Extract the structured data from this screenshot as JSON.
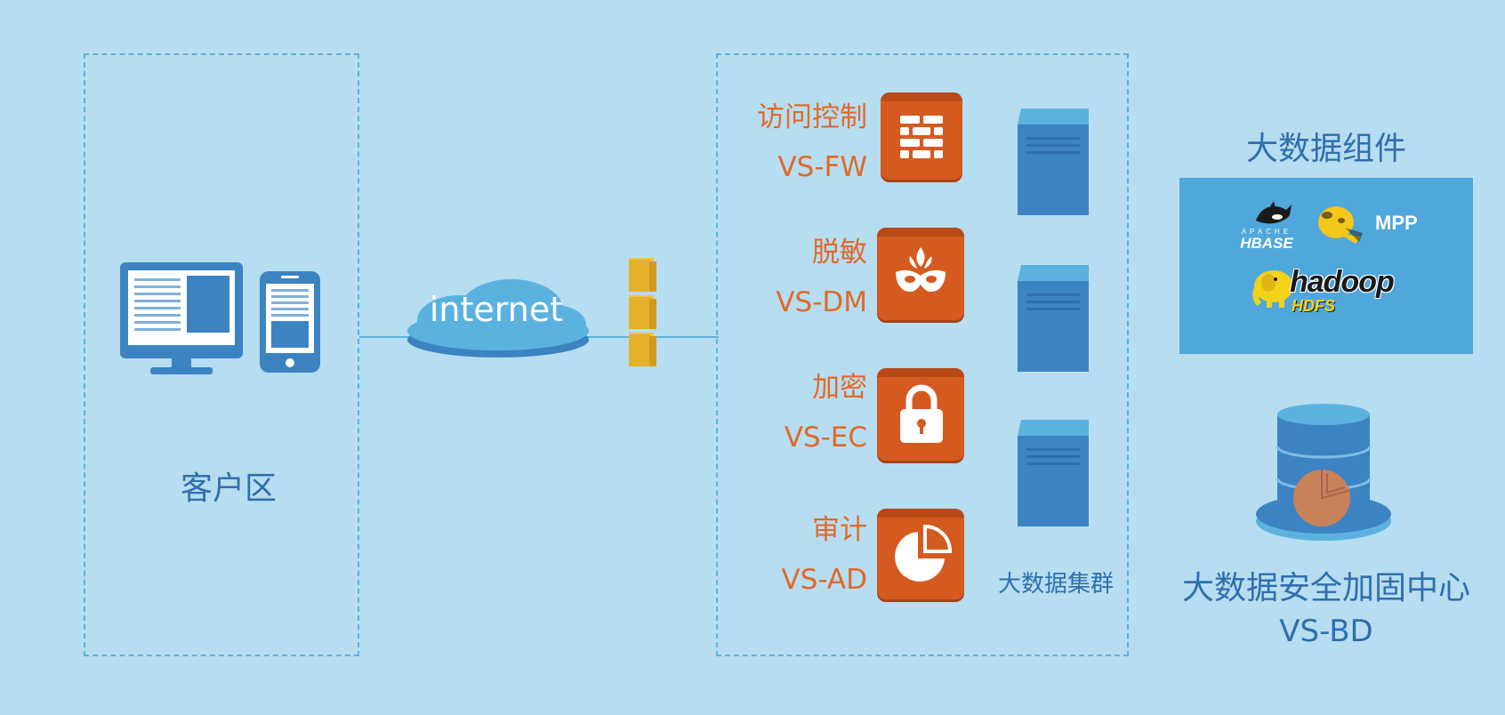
{
  "client_zone": {
    "label": "客户区"
  },
  "internet": {
    "label": "internet"
  },
  "services": [
    {
      "name_cn": "访问控制",
      "code": "VS-FW",
      "icon": "firewall-icon"
    },
    {
      "name_cn": "脱敏",
      "code": "VS-DM",
      "icon": "mask-icon"
    },
    {
      "name_cn": "加密",
      "code": "VS-EC",
      "icon": "lock-icon"
    },
    {
      "name_cn": "审计",
      "code": "VS-AD",
      "icon": "pie-chart-icon"
    }
  ],
  "cluster": {
    "label": "大数据集群"
  },
  "components": {
    "title": "大数据组件",
    "items": [
      {
        "label": "HBASE",
        "sub": "APACHE",
        "icon": "orca-icon"
      },
      {
        "label": "",
        "icon": "hive-bee-icon"
      },
      {
        "label": "MPP",
        "icon": ""
      },
      {
        "label": "hadoop",
        "sub": "HDFS",
        "icon": "elephant-icon"
      }
    ]
  },
  "center": {
    "title": "大数据安全加固中心",
    "code": "VS-BD",
    "icon": "database-icon"
  },
  "colors": {
    "background": "#b7ddf0",
    "accent_blue": "#2f6fae",
    "accent_orange": "#e1692a",
    "tile_orange": "#d55a1f",
    "component_panel": "#4fa7dc"
  }
}
